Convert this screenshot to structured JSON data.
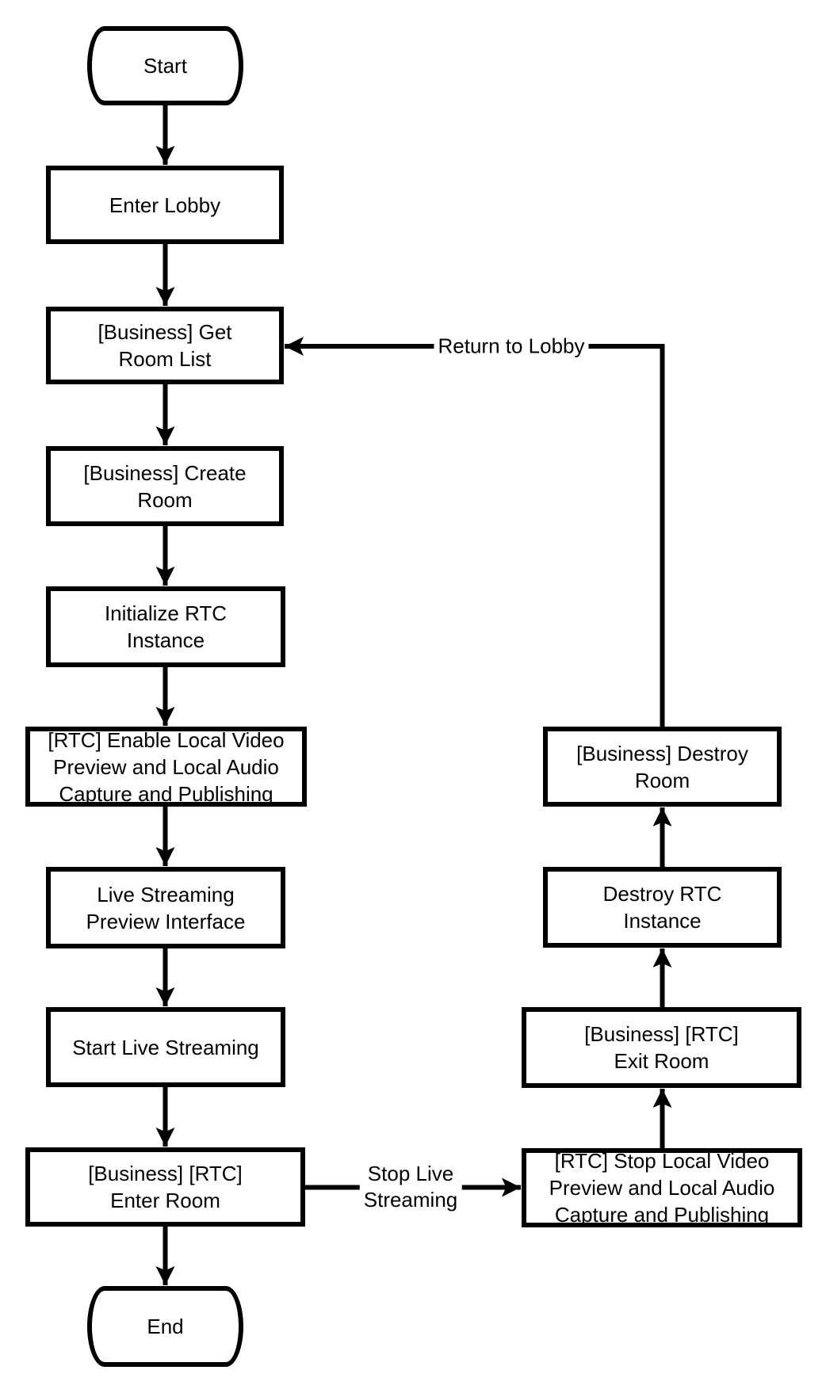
{
  "diagram": {
    "background_color": "#ffffff",
    "stroke_color": "#000000",
    "text_color": "#000000",
    "nodes": {
      "start": {
        "label": "Start",
        "shape": "terminator"
      },
      "enter_lobby": {
        "label": "Enter Lobby",
        "shape": "process"
      },
      "get_room_list": {
        "label": "[Business] Get\nRoom List",
        "shape": "process"
      },
      "create_room": {
        "label": "[Business] Create\nRoom",
        "shape": "process"
      },
      "init_rtc": {
        "label": "Initialize RTC\nInstance",
        "shape": "process"
      },
      "enable_local": {
        "label": "[RTC] Enable Local Video\nPreview and Local Audio\nCapture and Publishing",
        "shape": "process"
      },
      "preview_ui": {
        "label": "Live Streaming\nPreview Interface",
        "shape": "process"
      },
      "start_live": {
        "label": "Start Live Streaming",
        "shape": "process"
      },
      "enter_room": {
        "label": "[Business] [RTC]\nEnter Room",
        "shape": "process"
      },
      "end": {
        "label": "End",
        "shape": "terminator"
      },
      "destroy_room": {
        "label": "[Business] Destroy\nRoom",
        "shape": "process"
      },
      "destroy_rtc": {
        "label": "Destroy RTC\nInstance",
        "shape": "process"
      },
      "exit_room": {
        "label": "[Business] [RTC]\nExit Room",
        "shape": "process"
      },
      "stop_local": {
        "label": "[RTC] Stop Local Video\nPreview and Local Audio\nCapture and Publishing",
        "shape": "process"
      }
    },
    "edge_labels": {
      "return_to_lobby": "Return to Lobby",
      "stop_live_streaming": "Stop Live\nStreaming"
    }
  }
}
